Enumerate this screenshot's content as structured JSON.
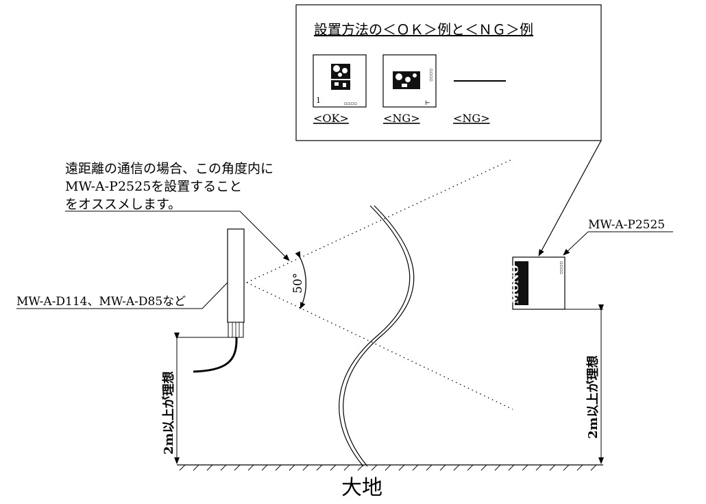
{
  "callout": {
    "title": "設置方法の＜ＯＫ＞例と＜ＮＧ＞例",
    "examples": [
      {
        "label": "<OK>"
      },
      {
        "label": "<NG>"
      },
      {
        "label": "<NG>"
      }
    ]
  },
  "annotation": {
    "line1": "遠距離の通信の場合、この角度内に",
    "line2": "MW-A-P2525を設置すること",
    "line3": "をオススメします。"
  },
  "angle_label": "50°",
  "reader_label": "MW-A-D114、MW-A-D85など",
  "tag_label": "MW-A-P2525",
  "tag_text": "MONO",
  "height_left": "2m以上が理想",
  "height_right": "2m以上が理想",
  "ground_label": "大地"
}
